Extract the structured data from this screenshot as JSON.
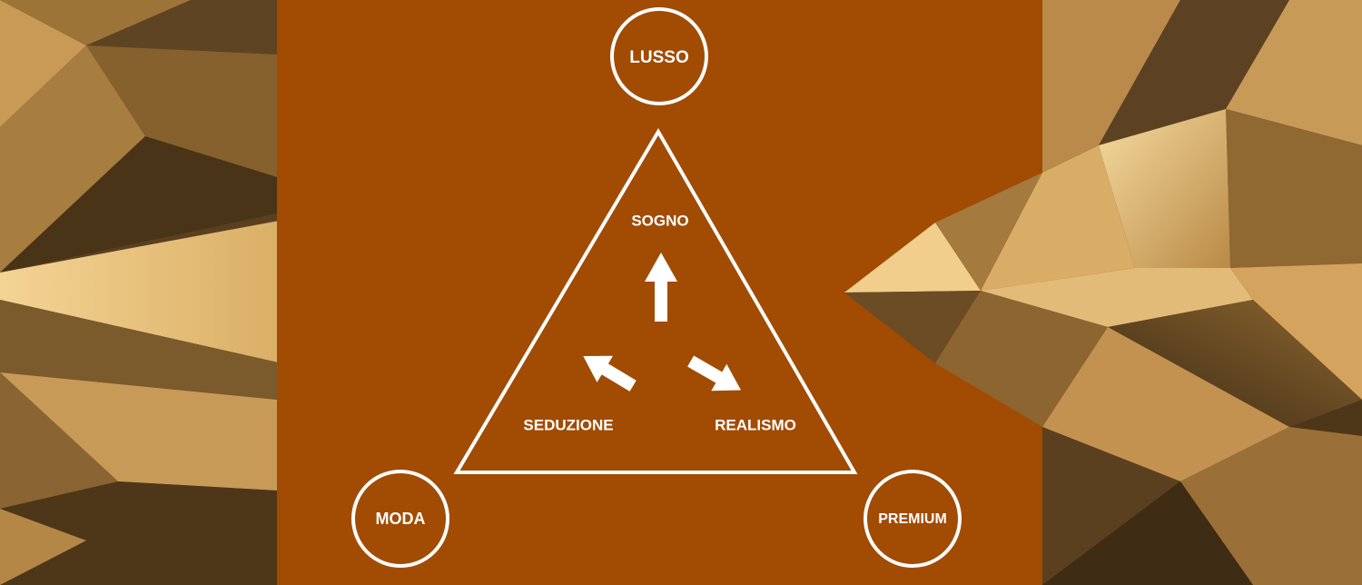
{
  "colors": {
    "panel": "#a24b02",
    "line": "#ffffff",
    "gold_light": "#f3d79a",
    "gold_mid": "#b88a46",
    "gold_dark": "#4a3418"
  },
  "corners": {
    "top": "LUSSO",
    "bottom_left": "MODA",
    "bottom_right": "PREMIUM"
  },
  "triangle": {
    "top": "SOGNO",
    "left": "SEDUZIONE",
    "right": "REALISMO"
  }
}
